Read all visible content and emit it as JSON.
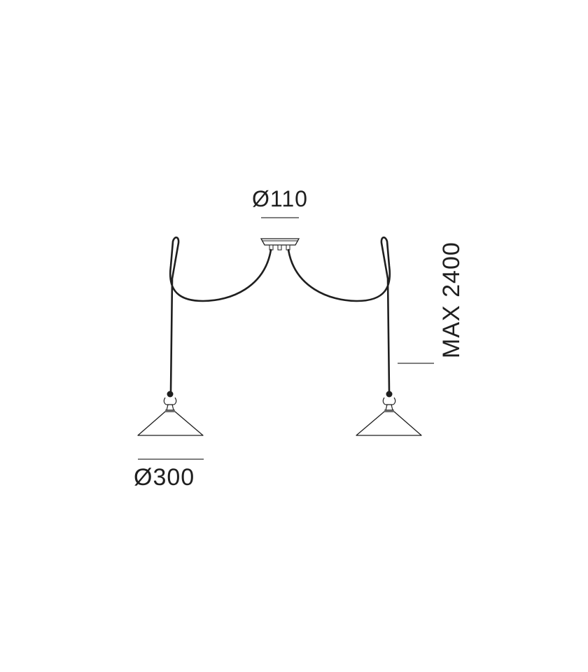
{
  "drawing": {
    "title": "Two-lamp pendant with swag cables – dimension drawing",
    "line_color": "#1f1f1f",
    "dimension_line_color": "#555555",
    "background": "#ffffff"
  },
  "dimensions": {
    "canopy_diameter": "Ø110",
    "shade_diameter": "Ø300",
    "max_height": "MAX 2400"
  },
  "components": {
    "canopy": "ceiling-canopy",
    "cables": [
      "left-swag-cable",
      "right-swag-cable"
    ],
    "shades": [
      "left-cone-shade",
      "right-cone-shade"
    ]
  }
}
